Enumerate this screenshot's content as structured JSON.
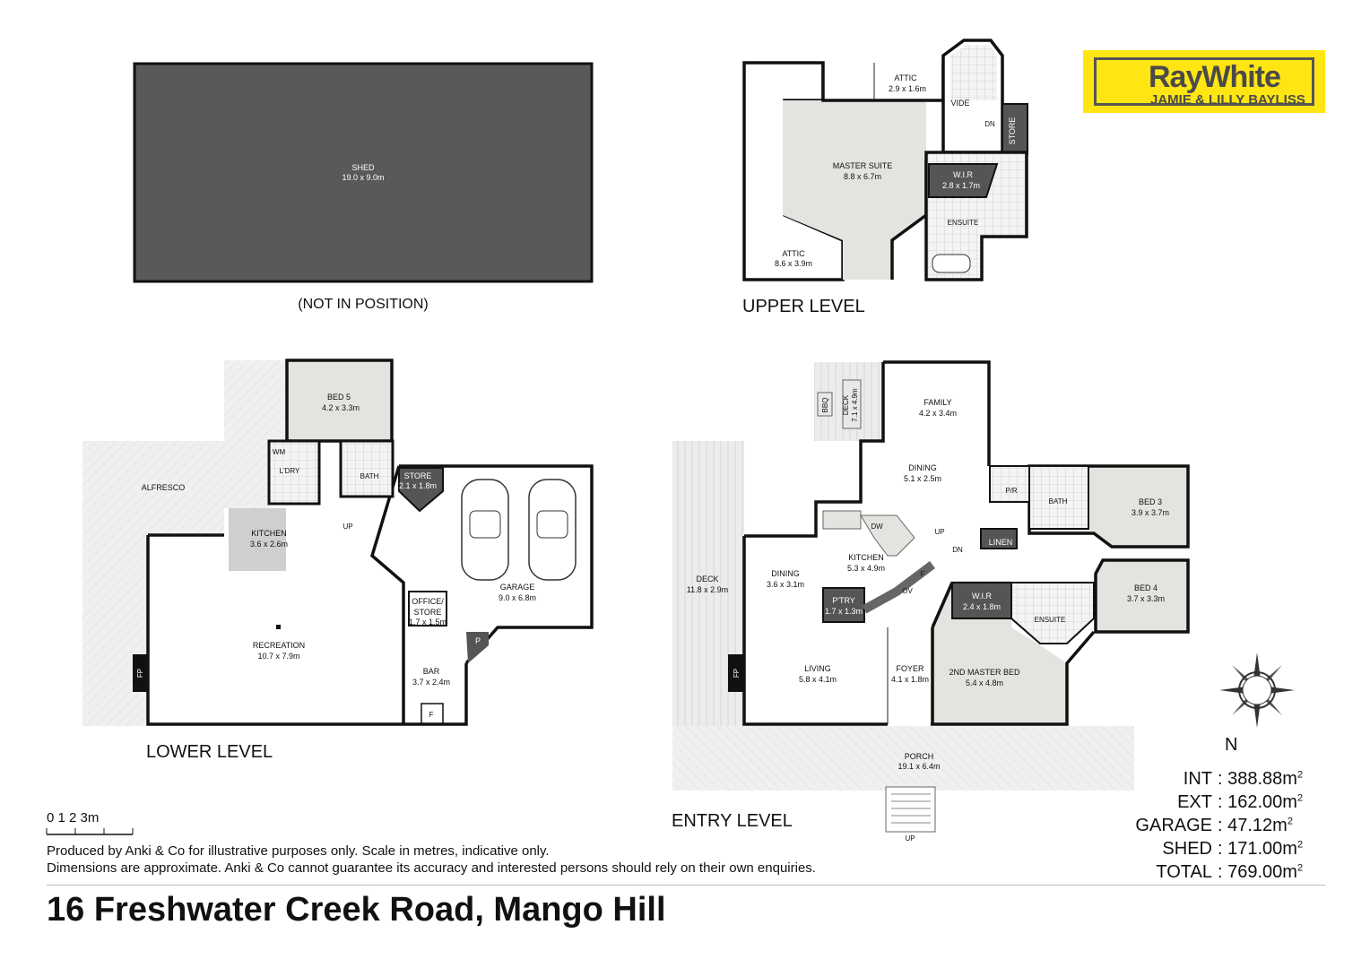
{
  "brand": {
    "name": "RayWhite",
    "agent": "JAMIE & LILLY BAYLISS",
    "color": "#ffe512"
  },
  "levels": {
    "shed": {
      "note": "(NOT IN POSITION)",
      "rooms": [
        {
          "name": "SHED",
          "size": "19.0 x 9.0m"
        }
      ]
    },
    "upper": {
      "title": "UPPER LEVEL",
      "rooms": [
        {
          "name": "ATTIC",
          "size": "2.9 x 1.6m"
        },
        {
          "name": "VIDE",
          "size": ""
        },
        {
          "name": "DN",
          "size": ""
        },
        {
          "name": "STORE",
          "size": ""
        },
        {
          "name": "MASTER SUITE",
          "size": "8.8 x 6.7m"
        },
        {
          "name": "W.I.R",
          "size": "2.8 x 1.7m"
        },
        {
          "name": "ENSUITE",
          "size": ""
        },
        {
          "name": "ATTIC",
          "size": "8.6 x 3.9m"
        }
      ]
    },
    "lower": {
      "title": "LOWER LEVEL",
      "rooms": [
        {
          "name": "BED 5",
          "size": "4.2 x 3.3m"
        },
        {
          "name": "ALFRESCO",
          "size": ""
        },
        {
          "name": "WM",
          "size": ""
        },
        {
          "name": "L'DRY",
          "size": ""
        },
        {
          "name": "BATH",
          "size": ""
        },
        {
          "name": "STORE",
          "size": "2.1 x 1.8m"
        },
        {
          "name": "KITCHEN",
          "size": "3.6 x 2.6m"
        },
        {
          "name": "UP",
          "size": ""
        },
        {
          "name": "GARAGE",
          "size": "9.0 x 6.8m"
        },
        {
          "name": "OFFICE/",
          "size": ""
        },
        {
          "name": "STORE",
          "size": "1.7 x 1.5m"
        },
        {
          "name": "P",
          "size": ""
        },
        {
          "name": "RECREATION",
          "size": "10.7 x 7.9m"
        },
        {
          "name": "BAR",
          "size": "3.7 x 2.4m"
        },
        {
          "name": "F",
          "size": ""
        },
        {
          "name": "FP",
          "size": ""
        }
      ]
    },
    "entry": {
      "title": "ENTRY LEVEL",
      "rooms": [
        {
          "name": "BBQ",
          "size": ""
        },
        {
          "name": "DECK",
          "size": "7.1 x 4.9m"
        },
        {
          "name": "FAMILY",
          "size": "4.2 x 3.4m"
        },
        {
          "name": "DINING",
          "size": "5.1 x 2.5m"
        },
        {
          "name": "P/R",
          "size": ""
        },
        {
          "name": "BATH",
          "size": ""
        },
        {
          "name": "BED 3",
          "size": "3.9 x 3.7m"
        },
        {
          "name": "UP",
          "size": ""
        },
        {
          "name": "DN",
          "size": ""
        },
        {
          "name": "LINEN",
          "size": ""
        },
        {
          "name": "DW",
          "size": ""
        },
        {
          "name": "KITCHEN",
          "size": "5.3 x 4.9m"
        },
        {
          "name": "F",
          "size": ""
        },
        {
          "name": "OV",
          "size": ""
        },
        {
          "name": "DECK",
          "size": "11.8 x 2.9m"
        },
        {
          "name": "DINING",
          "size": "3.6 x 3.1m"
        },
        {
          "name": "P'TRY",
          "size": "1.7 x 1.3m"
        },
        {
          "name": "W.I.R",
          "size": "2.4 x 1.8m"
        },
        {
          "name": "ENSUITE",
          "size": ""
        },
        {
          "name": "BED 4",
          "size": "3.7 x 3.3m"
        },
        {
          "name": "LIVING",
          "size": "5.8 x 4.1m"
        },
        {
          "name": "FOYER",
          "size": "4.1 x 1.8m"
        },
        {
          "name": "2ND MASTER BED",
          "size": "5.4 x 4.8m"
        },
        {
          "name": "PORCH",
          "size": "19.1 x 6.4m"
        },
        {
          "name": "UP",
          "size": ""
        },
        {
          "name": "FP",
          "size": ""
        }
      ]
    }
  },
  "areas": [
    {
      "label": "INT",
      "value": ": 388.88m",
      "unit_sup": "2"
    },
    {
      "label": "EXT",
      "value": ": 162.00m",
      "unit_sup": "2"
    },
    {
      "label": "GARAGE",
      "value": ":  47.12m",
      "unit_sup": "2"
    },
    {
      "label": "SHED",
      "value": ": 171.00m",
      "unit_sup": "2"
    },
    {
      "label": "TOTAL",
      "value": ": 769.00m",
      "unit_sup": "2"
    }
  ],
  "compass": {
    "label": "N"
  },
  "scale": {
    "text": "0   1   2   3m"
  },
  "disclaimer": {
    "line1": "Produced by Anki & Co for illustrative purposes only. Scale in metres, indicative only.",
    "line2": "Dimensions are approximate. Anki & Co cannot guarantee its accuracy and interested persons should rely on their own enquiries."
  },
  "address": "16 Freshwater Creek Road, Mango Hill",
  "colors": {
    "shed_fill": "#595959",
    "room_fill": "#e3e3df",
    "dark_fill": "#555555",
    "deck_fill": "#eeeeee",
    "wall": "#111111"
  }
}
